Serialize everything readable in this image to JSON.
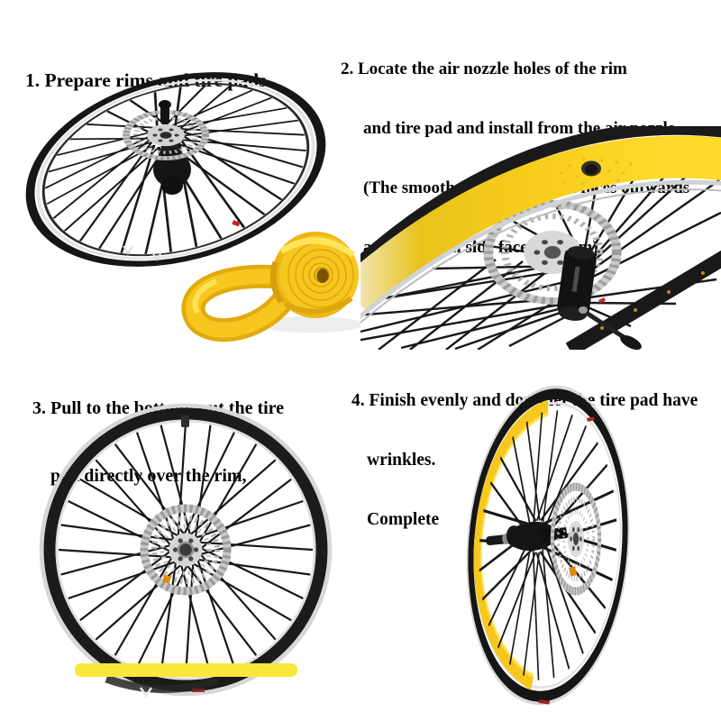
{
  "steps": [
    {
      "lines": [
        "1. Prepare rims and tire pads"
      ]
    },
    {
      "lines": [
        "2. Locate the air nozzle holes of the rim",
        "and tire pad and install from the air nozzle.",
        "(The smooth side of the tread faces outwards",
        "and the grain side faces the rim)"
      ]
    },
    {
      "lines": [
        "3. Pull to the bottom, put the tire",
        "pad directly over the rim,"
      ]
    },
    {
      "lines": [
        "4. Finish evenly and don't let the tire pad have",
        "wrinkles.",
        "Complete"
      ]
    }
  ],
  "photos": [
    {
      "name": "black wheel with disc rotor and coiled yellow tire pad"
    },
    {
      "name": "rim close-up with yellow tire pad and air nozzle hole"
    },
    {
      "name": "front wheel with yellow tire pad pulled across bottom"
    },
    {
      "name": "angled wheel with yellow tire pad installed in rim"
    }
  ],
  "colors": {
    "background": "#ffffff",
    "text": "#000000",
    "rim_black": "#161616",
    "silver": "#d8d8d8",
    "rotor_silver": "#c9c9c9",
    "tape_yellow": "#f6c71e",
    "tape_shadow": "#e2a90f",
    "band_yellow": "#f7e83a",
    "nozzle_hole": "#332f28",
    "orange_marker": "#e08a10",
    "red_marker": "#c4282d"
  }
}
